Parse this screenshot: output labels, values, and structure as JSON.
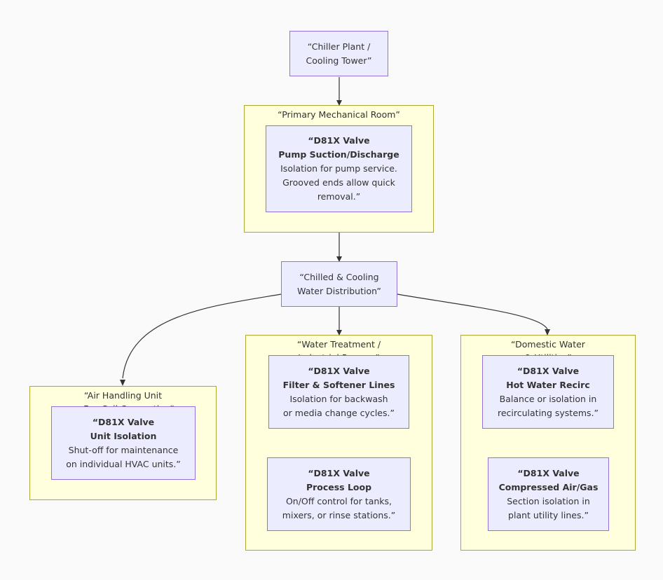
{
  "nodes": {
    "chiller": {
      "line1": "“Chiller Plant /",
      "line2": "Cooling Tower”"
    },
    "distribution": {
      "line1": "“Chilled & Cooling",
      "line2": "Water Distribution”"
    },
    "pump": {
      "title": "“D81X Valve",
      "subtitle": "Pump Suction/Discharge",
      "desc1": "Isolation for pump service.",
      "desc2": "Grooved ends allow quick",
      "desc3": "removal.”"
    },
    "unit": {
      "title": "“D81X Valve",
      "subtitle": "Unit Isolation",
      "desc1": "Shut-off for maintenance",
      "desc2": "on individual HVAC units.”"
    },
    "filter": {
      "title": "“D81X Valve",
      "subtitle": "Filter & Softener Lines",
      "desc1": "Isolation for backwash",
      "desc2": "or media change cycles.”"
    },
    "process": {
      "title": "“D81X Valve",
      "subtitle": "Process Loop",
      "desc1": "On/Off control for tanks,",
      "desc2": "mixers, or rinse stations.”"
    },
    "hotwater": {
      "title": "“D81X Valve",
      "subtitle": "Hot Water Recirc",
      "desc1": "Balance or isolation in",
      "desc2": "recirculating systems.”"
    },
    "compressed": {
      "title": "“D81X Valve",
      "subtitle": "Compressed Air/Gas",
      "desc1": "Section isolation in",
      "desc2": "plant utility lines.”"
    }
  },
  "clusters": {
    "mechanical": {
      "label": "“Primary Mechanical Room”"
    },
    "ahu": {
      "label": "“Air Handling Unit\nor Fan Coil Connection”"
    },
    "water_treatment": {
      "label": "“Water Treatment /\nIndustrial Process”"
    },
    "domestic": {
      "label": "“Domestic Water\n& Utilities”"
    }
  },
  "colors": {
    "node_fill": "#ececff",
    "node_stroke": "#9370db",
    "cluster_fill": "#ffffde",
    "cluster_stroke": "#aaaa33",
    "edge": "#333333",
    "background": "#fafafa"
  }
}
